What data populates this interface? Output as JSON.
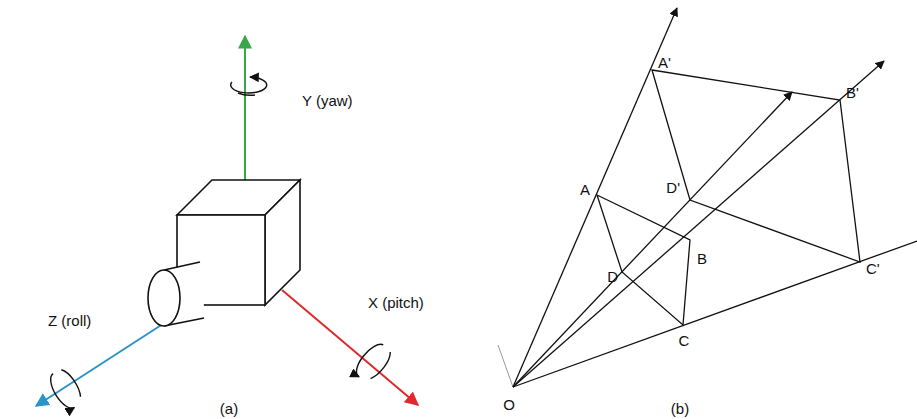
{
  "diagram": {
    "labels": [
      "Y (yaw)",
      "Z (roll)",
      "X (pitch)",
      "(a)",
      "A'",
      "B'",
      "D'",
      "A",
      "B",
      "D",
      "C",
      "C'",
      "O",
      "(b)"
    ]
  }
}
